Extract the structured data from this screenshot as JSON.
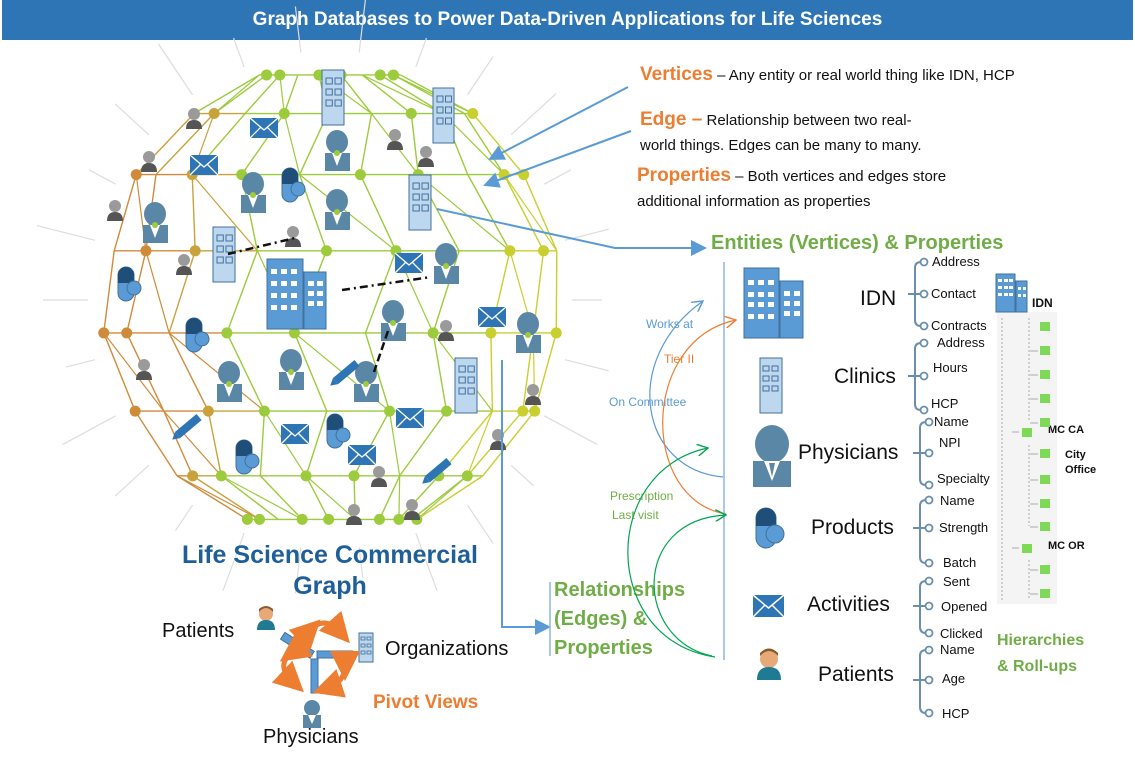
{
  "title": "Graph Databases to Power Data-Driven Applications for Life Sciences",
  "definitions": [
    {
      "term": "Vertices",
      "separator": " – ",
      "text": "Any entity or real world thing like  IDN, HCP"
    },
    {
      "term": "Edge –",
      "separator": " ",
      "text": "Relationship between two real-",
      "text2": "world things. Edges can be many to many."
    },
    {
      "term": "Properties",
      "separator": " – ",
      "text": "Both vertices and edges store",
      "text2": "additional information as properties"
    }
  ],
  "graph": {
    "title_line1": "Life Science Commercial",
    "title_line2": "Graph"
  },
  "pivot": {
    "patients": "Patients",
    "organizations": "Organizations",
    "physicians": "Physicians",
    "label": "Pivot Views"
  },
  "entities_heading": "Entities (Vertices) & Properties",
  "relationships_heading": {
    "line1": "Relationships",
    "line2": "(Edges) &",
    "line3": "Properties"
  },
  "edge_labels": {
    "works_at": "Works at",
    "tier": "Tier II",
    "committee": "On Committee",
    "prescription": "Prescription",
    "last_visit": "Last visit"
  },
  "entities": [
    {
      "name": "IDN",
      "icon": "building-icon",
      "properties": [
        "Address",
        "Contact",
        "Contracts"
      ]
    },
    {
      "name": "Clinics",
      "icon": "clinic-icon",
      "properties": [
        "Address",
        "Hours",
        "HCP"
      ]
    },
    {
      "name": "Physicians",
      "icon": "physician-icon",
      "properties": [
        "Name",
        "NPI",
        "Specialty"
      ]
    },
    {
      "name": "Products",
      "icon": "pill-icon",
      "properties": [
        "Name",
        "Strength",
        "Batch"
      ]
    },
    {
      "name": "Activities",
      "icon": "envelope-icon",
      "properties": [
        "Sent",
        "Opened",
        "Clicked"
      ]
    },
    {
      "name": "Patients",
      "icon": "patient-icon",
      "properties": [
        "Name",
        "Age",
        "HCP"
      ]
    }
  ],
  "hierarchy": {
    "root": "IDN",
    "nodes": [
      "MC CA",
      "City",
      "Office",
      "MC OR"
    ],
    "caption_line1": "Hierarchies",
    "caption_line2": "& Roll-ups"
  },
  "colors": {
    "banner": "#2e75b6",
    "orange": "#ed7d31",
    "green": "#70ad47",
    "navy": "#1f5f99",
    "blue": "#5b9bd5"
  }
}
